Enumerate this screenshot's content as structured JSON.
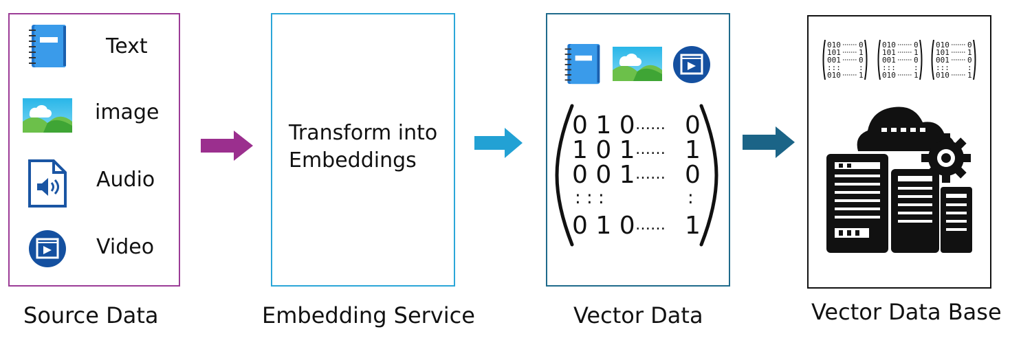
{
  "source": {
    "items": [
      {
        "label": "Text",
        "icon": "notebook-icon"
      },
      {
        "label": "image",
        "icon": "image-icon"
      },
      {
        "label": "Audio",
        "icon": "audio-file-icon"
      },
      {
        "label": "Video",
        "icon": "video-icon"
      }
    ],
    "caption": "Source Data",
    "border_color": "#9b3b96"
  },
  "embedding": {
    "text_line1": "Transform into",
    "text_line2": "Embeddings",
    "caption": "Embedding Service",
    "border_color": "#2aa6d8"
  },
  "vector": {
    "caption": "Vector Data",
    "border_color": "#1e6a8b",
    "matrix_rows": [
      {
        "left": "0 1 0",
        "right": "0"
      },
      {
        "left": "1 0 1",
        "right": "1"
      },
      {
        "left": "0 0 1",
        "right": "0"
      },
      {
        "left": ": : :",
        "right": ":"
      },
      {
        "left": "0 1 0",
        "right": "1"
      }
    ],
    "ellipsis": "……"
  },
  "database": {
    "caption": "Vector Data Base",
    "mini_matrix_rows": [
      {
        "left": "010",
        "right": "0"
      },
      {
        "left": "101",
        "right": "1"
      },
      {
        "left": "001",
        "right": "0"
      },
      {
        "left": ":::",
        "right": ":"
      },
      {
        "left": "010",
        "right": "1"
      }
    ]
  },
  "arrows": [
    {
      "color": "#9b2f8e"
    },
    {
      "color": "#22a1d4"
    },
    {
      "color": "#1b6487"
    }
  ]
}
